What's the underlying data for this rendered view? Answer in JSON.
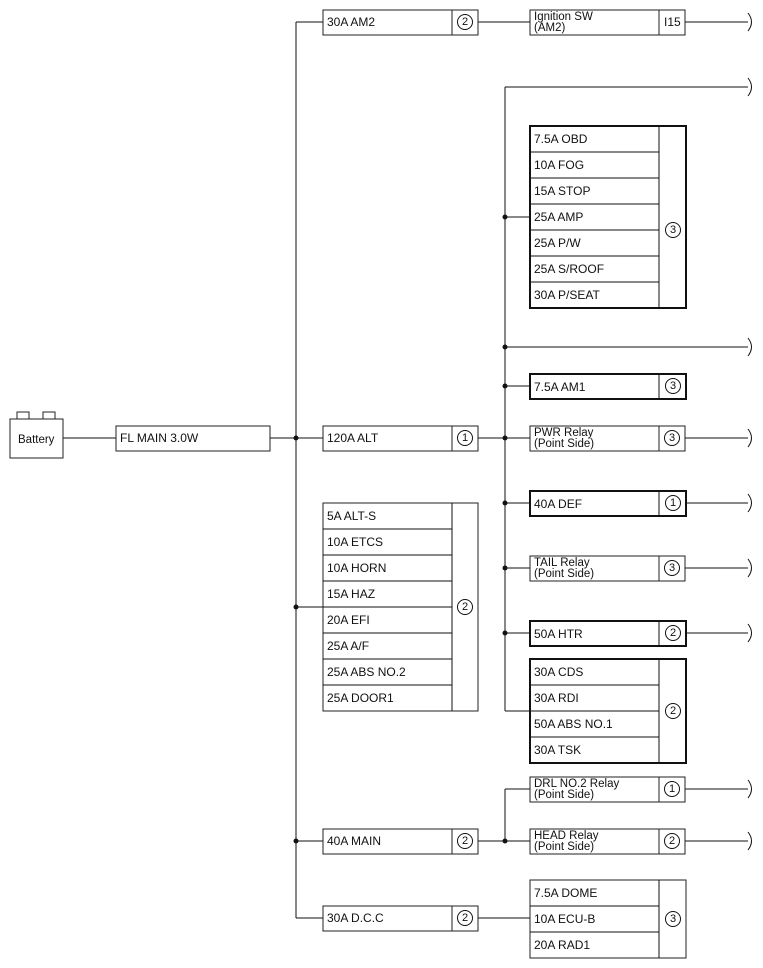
{
  "battery": {
    "label": "Battery"
  },
  "main_fuse": {
    "label": "FL MAIN 3.0W"
  },
  "branches": {
    "am2": {
      "fuse": "30A AM2",
      "badge": "2",
      "connector": [
        "Ignition SW",
        "(AM2)"
      ],
      "terminal": "I15"
    },
    "block1": {
      "fuses": [
        "7.5A OBD",
        "10A FOG",
        "15A STOP",
        "25A AMP",
        "25A P/W",
        "25A S/ROOF",
        "30A P/SEAT"
      ],
      "badge": "3"
    },
    "am1": {
      "fuse": "7.5A AM1",
      "badge": "3"
    },
    "alt": {
      "fuse": "120A ALT",
      "badge": "1"
    },
    "pwr_relay": {
      "label": [
        "PWR Relay",
        "(Point Side)"
      ],
      "badge": "3"
    },
    "block_left": {
      "fuses": [
        "5A ALT-S",
        "10A ETCS",
        "10A HORN",
        "15A HAZ",
        "20A EFI",
        "25A A/F",
        "25A ABS NO.2",
        "25A DOOR1"
      ],
      "badge": "2"
    },
    "def": {
      "fuse": "40A DEF",
      "badge": "1"
    },
    "tail_relay": {
      "label": [
        "TAIL Relay",
        "(Point Side)"
      ],
      "badge": "3"
    },
    "htr": {
      "fuse": "50A HTR",
      "badge": "2"
    },
    "block2": {
      "fuses": [
        "30A CDS",
        "30A RDI",
        "50A ABS NO.1",
        "30A TSK"
      ],
      "badge": "2"
    },
    "drl_relay": {
      "label": [
        "DRL NO.2 Relay",
        "(Point Side)"
      ],
      "badge": "1"
    },
    "main": {
      "fuse": "40A MAIN",
      "badge": "2"
    },
    "head_relay": {
      "label": [
        "HEAD Relay",
        "(Point Side)"
      ],
      "badge": "2"
    },
    "dcc": {
      "fuse": "30A D.C.C",
      "badge": "2"
    },
    "block3": {
      "fuses": [
        "7.5A DOME",
        "10A ECU-B",
        "20A RAD1"
      ],
      "badge": "3"
    }
  }
}
